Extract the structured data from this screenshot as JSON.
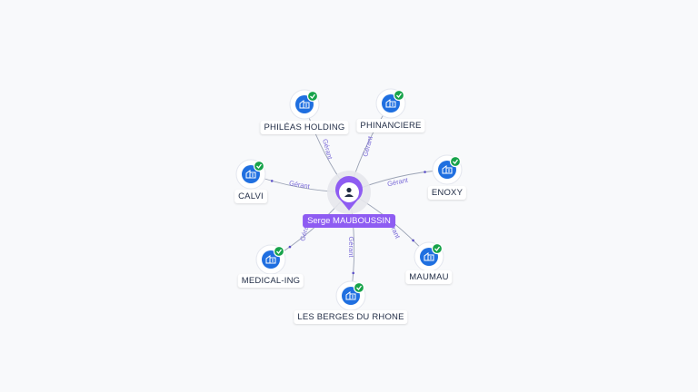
{
  "colors": {
    "company": "#1f6fe0",
    "check": "#17a34a",
    "person": "#8e5cf2",
    "edge": "#9aa2b4",
    "edge_label": "#7a6ad8"
  },
  "center": {
    "name": "Serge MAUBOUSSIN",
    "icon": "person-icon"
  },
  "edge_label": "Gérant",
  "companies": [
    {
      "name": "PHILÉAS HOLDING",
      "icon": "building-icon",
      "verified": true
    },
    {
      "name": "PHINANCIERE",
      "icon": "building-icon",
      "verified": true
    },
    {
      "name": "CALVI",
      "icon": "building-icon",
      "verified": true
    },
    {
      "name": "ENOXY",
      "icon": "building-icon",
      "verified": true
    },
    {
      "name": "MEDICAL-ING",
      "icon": "building-icon",
      "verified": true
    },
    {
      "name": "MAUMAU",
      "icon": "building-icon",
      "verified": true
    },
    {
      "name": "LES BERGES DU RHONE",
      "icon": "building-icon",
      "verified": true
    }
  ]
}
